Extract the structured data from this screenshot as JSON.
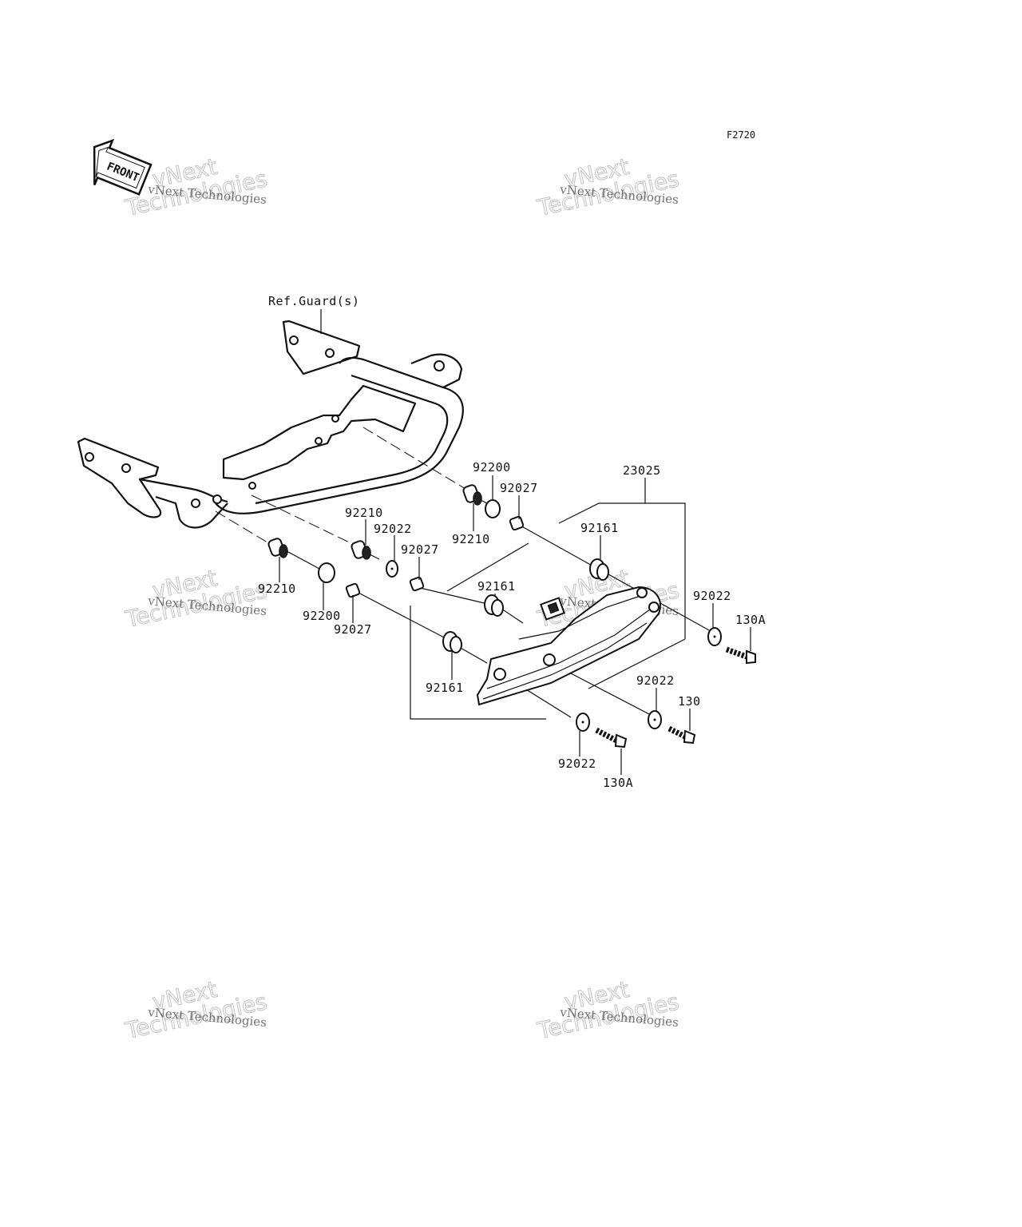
{
  "figure_code": "F2720",
  "front_label": "FRONT",
  "ref_label": "Ref.Guard(s)",
  "watermark": {
    "line1": "vNext Technologies",
    "line2": "Technologies",
    "line3": "vNext"
  },
  "parts": {
    "p92200_top": "92200",
    "p92027_top": "92027",
    "p23025": "23025",
    "p92210_mid": "92210",
    "p92022_mid": "92022",
    "p92027_mid": "92027",
    "p92210_right": "92210",
    "p92161_top": "92161",
    "p92161_mid": "92161",
    "p92022_right": "92022",
    "p130A_right": "130A",
    "p92210_left": "92210",
    "p92200_left": "92200",
    "p92027_left": "92027",
    "p92161_left": "92161",
    "p92022_low": "92022",
    "p130": "130",
    "p92022_bottom": "92022",
    "p130A_bottom": "130A"
  }
}
